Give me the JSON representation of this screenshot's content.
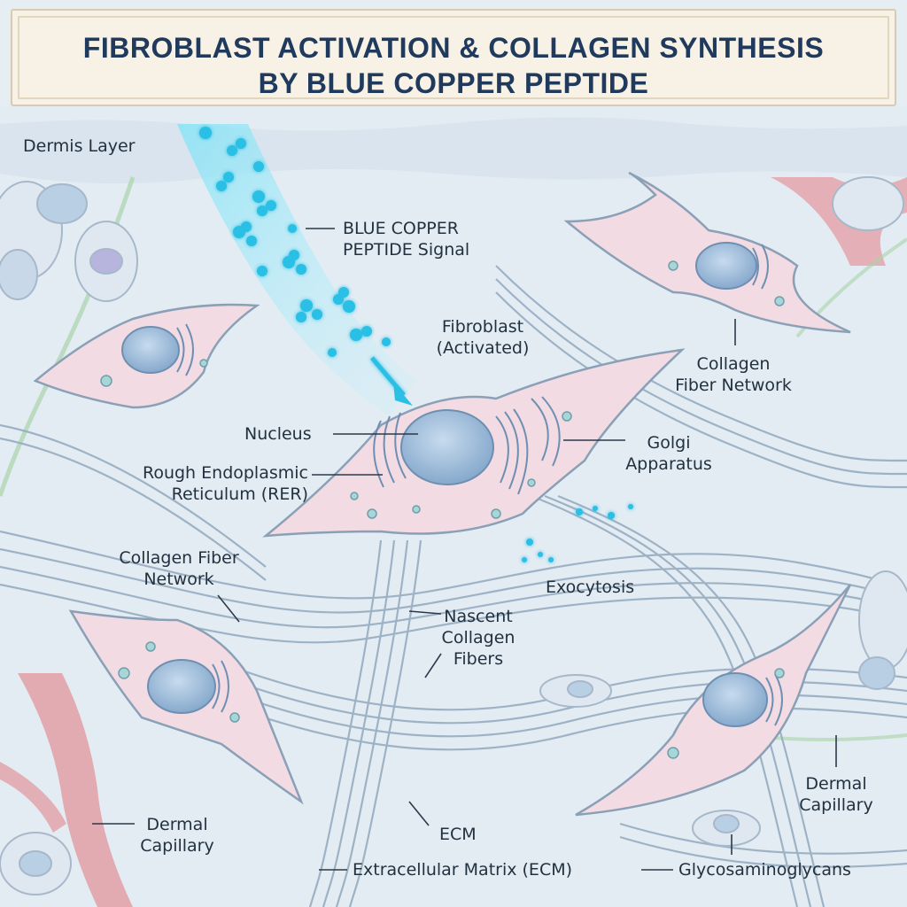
{
  "title": {
    "line1": "FIBROBLAST ACTIVATION & COLLAGEN SYNTHESIS",
    "line2": "BY BLUE COPPER PEPTIDE"
  },
  "labels": {
    "dermis_layer": "Dermis Layer",
    "peptide_signal": [
      "BLUE COPPER",
      "PEPTIDE Signal"
    ],
    "fibroblast": [
      "Fibroblast",
      "(Activated)"
    ],
    "collagen_network_right": [
      "Collagen",
      "Fiber Network"
    ],
    "nucleus": "Nucleus",
    "golgi": [
      "Golgi",
      "Apparatus"
    ],
    "rer": [
      "Rough Endoplasmic",
      "Reticulum (RER)"
    ],
    "collagen_network_left": [
      "Collagen Fiber",
      "Network"
    ],
    "exocytosis": "Exocytosis",
    "nascent_fibers": [
      "Nascent",
      "Collagen",
      "Fibers"
    ],
    "dermal_capillary_left": [
      "Dermal",
      "Capillary"
    ],
    "dermal_capillary_right": [
      "Dermal",
      "Capillary"
    ],
    "ecm": "ECM",
    "extracellular_matrix": "Extracellular Matrix (ECM)",
    "glycosaminoglycans": "Glycosaminoglycans"
  },
  "colors": {
    "title_text": "#1f3a5c",
    "banner_bg": "#f7f1e6",
    "background": "#e6eef4",
    "fiber": "#8fa6bd",
    "cell_fill": "#f2dbe3",
    "cell_outline": "#8aa0b6",
    "nucleus": "#9dbbd9",
    "peptide": "#2bbfe4",
    "capillary": "#d9888f",
    "label_text": "#22313f"
  }
}
